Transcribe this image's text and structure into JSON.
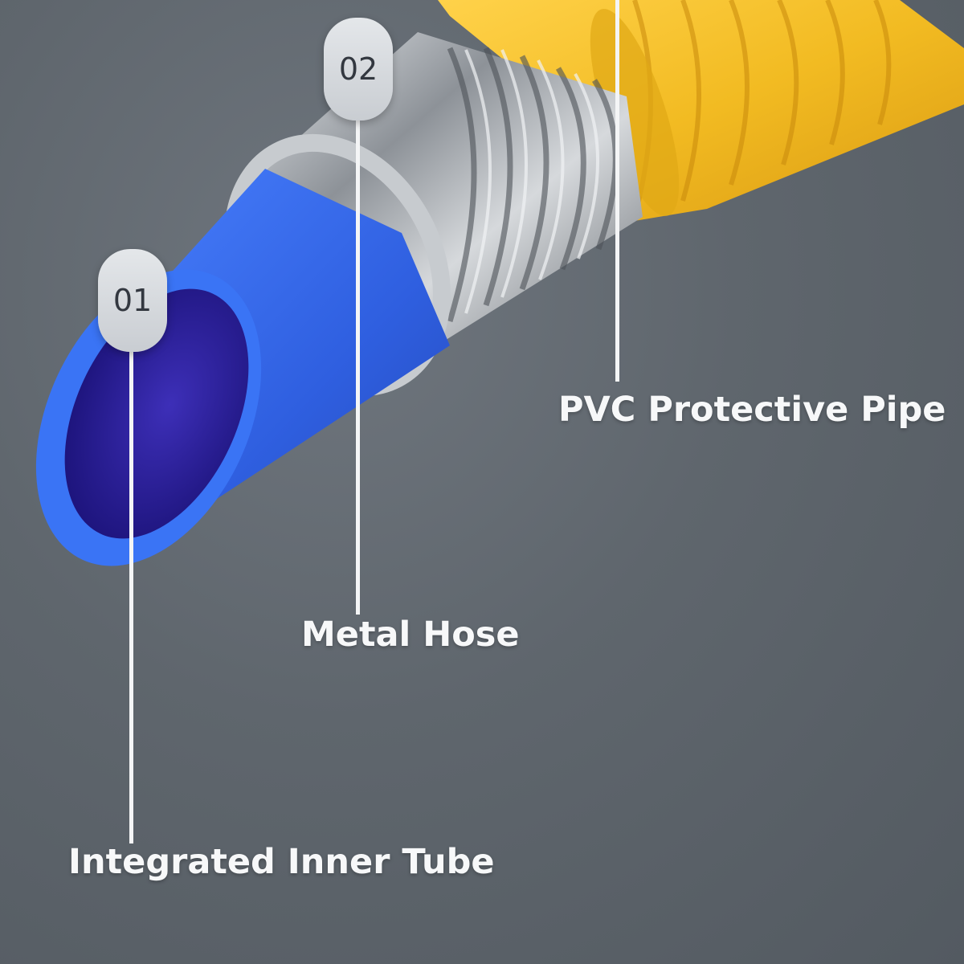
{
  "callouts": [
    {
      "number": "01",
      "label": "Integrated Inner Tube"
    },
    {
      "number": "02",
      "label": "Metal Hose"
    },
    {
      "number": "",
      "label": "PVC Protective Pipe"
    }
  ],
  "colors": {
    "background": "#5c636b",
    "inner_tube": "#2f5fe0",
    "metal_hose": "#b9bdc2",
    "pvc_pipe": "#f2bf2a",
    "label_text": "#f7f8f9",
    "badge": "#d8dbdf"
  }
}
